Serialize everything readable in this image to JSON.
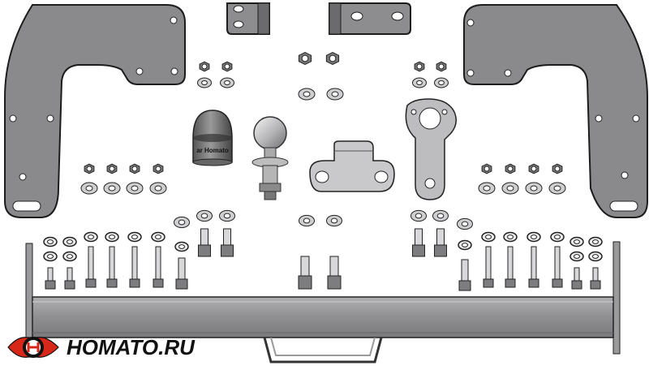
{
  "product": {
    "type": "tow-hitch-kit-diagram",
    "components": [
      "left-bracket",
      "right-bracket",
      "left-top-plate",
      "right-top-plate",
      "tow-ball",
      "ball-cover",
      "socket-plate",
      "ball-mount-plate",
      "cross-beam",
      "nuts",
      "washers",
      "bolts"
    ]
  },
  "ball_cover": {
    "label": "ar Homato"
  },
  "logo": {
    "text": "HOMATO.RU",
    "accent": "#d62718",
    "ink": "#111111"
  },
  "colors": {
    "metal": "#8c8c8f",
    "metal_dark": "#5f5f62",
    "outline": "#1c1c1c",
    "beam": "#9a9a9c",
    "background": "#ffffff"
  }
}
